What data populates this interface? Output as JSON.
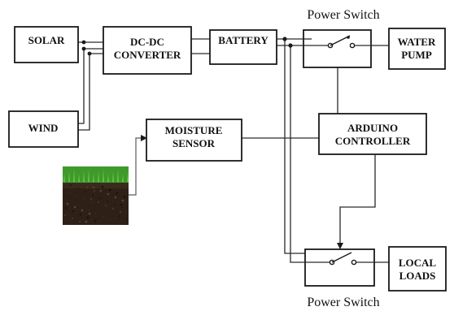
{
  "blocks": {
    "solar": "SOLAR",
    "wind": "WIND",
    "converter": [
      "DC-DC",
      "CONVERTER"
    ],
    "battery": "BATTERY",
    "water_pump": [
      "WATER",
      "PUMP"
    ],
    "moisture_sensor": [
      "MOISTURE",
      "SENSOR"
    ],
    "arduino": [
      "ARDUINO",
      "CONTROLLER"
    ],
    "local_loads": [
      "LOCAL",
      "LOADS"
    ]
  },
  "switches": {
    "top": "Power Switch",
    "bottom": "Power Switch"
  },
  "colors": {
    "grass": "#3f9a2a",
    "grass_light": "#6cc24a",
    "soil": "#3a2a1e",
    "soil_dark": "#241810"
  }
}
